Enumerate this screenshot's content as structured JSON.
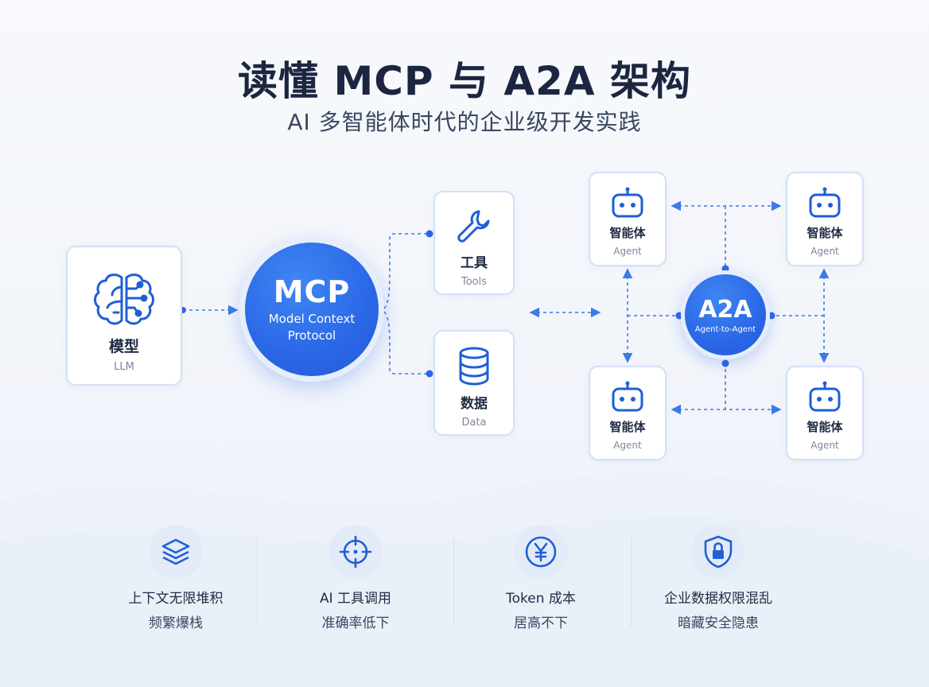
{
  "header": {
    "title": "读懂 MCP 与 A2A 架构",
    "subtitle": "AI 多智能体时代的企业级开发实践"
  },
  "mcp_section": {
    "model": {
      "label": "模型",
      "sublabel": "LLM",
      "icon": "brain-icon"
    },
    "hub": {
      "name": "MCP",
      "full_line1": "Model Context",
      "full_line2": "Protocol"
    },
    "tools": {
      "label": "工具",
      "sublabel": "Tools",
      "icon": "wrench-icon"
    },
    "data": {
      "label": "数据",
      "sublabel": "Data",
      "icon": "database-icon"
    }
  },
  "a2a_section": {
    "hub": {
      "name": "A2A",
      "full": "Agent-to-Agent"
    },
    "agents": [
      {
        "label": "智能体",
        "sublabel": "Agent",
        "icon": "robot-icon"
      },
      {
        "label": "智能体",
        "sublabel": "Agent",
        "icon": "robot-icon"
      },
      {
        "label": "智能体",
        "sublabel": "Agent",
        "icon": "robot-icon"
      },
      {
        "label": "智能体",
        "sublabel": "Agent",
        "icon": "robot-icon"
      }
    ]
  },
  "issues": [
    {
      "line1": "上下文无限堆积",
      "line2": "频繁爆栈",
      "icon": "layers-icon"
    },
    {
      "line1": "AI 工具调用",
      "line2": "准确率低下",
      "icon": "crosshair-icon"
    },
    {
      "line1": "Token 成本",
      "line2": "居高不下",
      "icon": "yen-icon"
    },
    {
      "line1": "企业数据权限混乱",
      "line2": "暗藏安全隐患",
      "icon": "shield-lock-icon"
    }
  ],
  "colors": {
    "accent": "#2a67e6",
    "connector": "#3b7be8",
    "card_border": "#d3e0f6",
    "icon_blue": "#1f5fd6",
    "title": "#1c2640"
  }
}
